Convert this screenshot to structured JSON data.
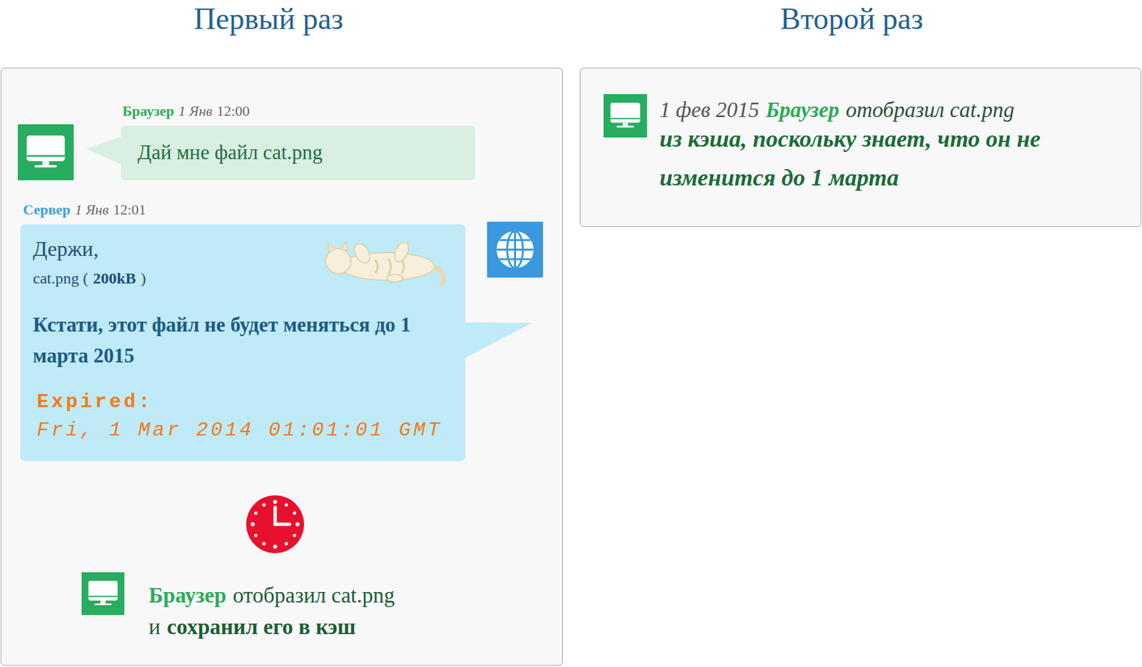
{
  "diagram": {
    "nodes": [
      {
        "text": [
          "Первый раз",
          "Браузер",
          "отобразил cat.png",
          "и",
          "сохранил его в кэш"
        ]
      },
      {
        "text": [
          "Браузер",
          "1 Янв",
          "12:00",
          "Дай мне файл cat.png"
        ],
        "in": 0
      },
      {
        "text": [
          "Сервер",
          "1 Янв",
          "12:01",
          "Держи,",
          "cat.png (",
          "200kB",
          ")",
          "Кстати, этот файл не будет меняться до 1 марта 2015",
          "Expired:",
          "Fri, 1 Mar 2014 01:01:01 GMT"
        ],
        "in": 0
      },
      {
        "text": [
          "Второй раз",
          "1 фев 2015",
          "Браузер",
          "отобразил cat.png",
          "из кэша, поскольку знает, что он не изменится до 1 марта"
        ]
      }
    ]
  }
}
